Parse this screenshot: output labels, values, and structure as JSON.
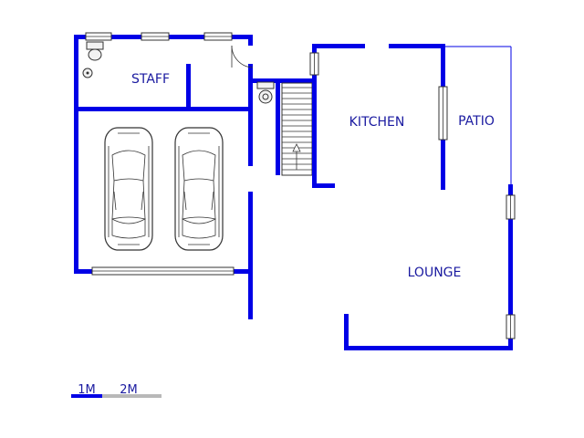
{
  "rooms": {
    "staff": "STAFF",
    "kitchen": "KITCHEN",
    "patio": "PATIO",
    "lounge": "LOUNGE"
  },
  "scale_bar": {
    "label_1": "1M",
    "label_2": "2M"
  },
  "colors": {
    "wall": "#0000e6",
    "label": "#1a1aa0",
    "scale_secondary": "#b8b8b8"
  }
}
